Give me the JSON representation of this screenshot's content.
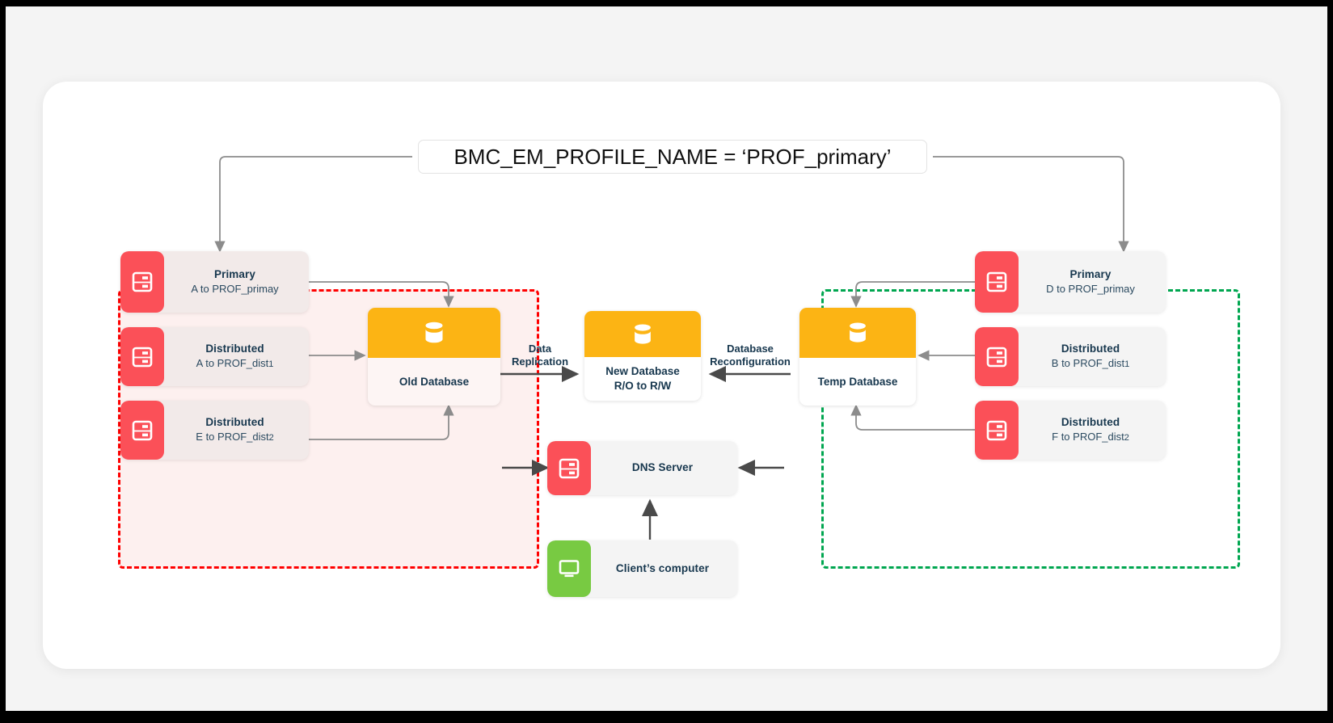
{
  "diagram": {
    "title_pill": "BMC_EM_PROFILE_NAME = ‘PROF_primary’",
    "colors": {
      "server_chip": "#fb5058",
      "client_chip": "#78ca42",
      "database_cap": "#fcb414",
      "zone_left_border": "#ff0000",
      "zone_right_border": "#00a650",
      "text": "#17374e",
      "connector": "#8c8c8c",
      "arrow_dark": "#4a4a4a"
    },
    "zones": {
      "left": {
        "name": "left-site-zone",
        "border_style": "dashed",
        "border_color": "#ff0000"
      },
      "right": {
        "name": "right-site-zone",
        "border_style": "dashed",
        "border_color": "#00a650"
      }
    },
    "left_nodes": [
      {
        "icon": "server-icon",
        "title": "Primary",
        "sub_prefix": "A to PROF_primay",
        "sub_sup": ""
      },
      {
        "icon": "server-icon",
        "title": "Distributed",
        "sub_prefix": "A to PROF_dist",
        "sub_sup": "1"
      },
      {
        "icon": "server-icon",
        "title": "Distributed",
        "sub_prefix": "E to PROF_dist",
        "sub_sup": "2"
      }
    ],
    "right_nodes": [
      {
        "icon": "server-icon",
        "title": "Primary",
        "sub_prefix": "D to PROF_primay",
        "sub_sup": ""
      },
      {
        "icon": "server-icon",
        "title": "Distributed",
        "sub_prefix": "B to PROF_dist",
        "sub_sup": "1"
      },
      {
        "icon": "server-icon",
        "title": "Distributed",
        "sub_prefix": "F to PROF_dist",
        "sub_sup": "2"
      }
    ],
    "databases": [
      {
        "id": "old-database",
        "icon": "database-icon",
        "line1": "Old Database",
        "line2": ""
      },
      {
        "id": "new-database",
        "icon": "database-icon",
        "line1": "New Database",
        "line2": "R/O to R/W"
      },
      {
        "id": "temp-database",
        "icon": "database-icon",
        "line1": "Temp Database",
        "line2": ""
      }
    ],
    "infra_nodes": [
      {
        "id": "dns-server",
        "icon": "server-icon",
        "label": "DNS Server"
      },
      {
        "id": "clients-computer",
        "icon": "monitor-icon",
        "label": "Client’s computer"
      }
    ],
    "edge_labels": [
      {
        "id": "data-replication",
        "line1": "Data",
        "line2": "Replication"
      },
      {
        "id": "database-reconfiguration",
        "line1": "Database",
        "line2": "Reconfiguration"
      }
    ]
  }
}
